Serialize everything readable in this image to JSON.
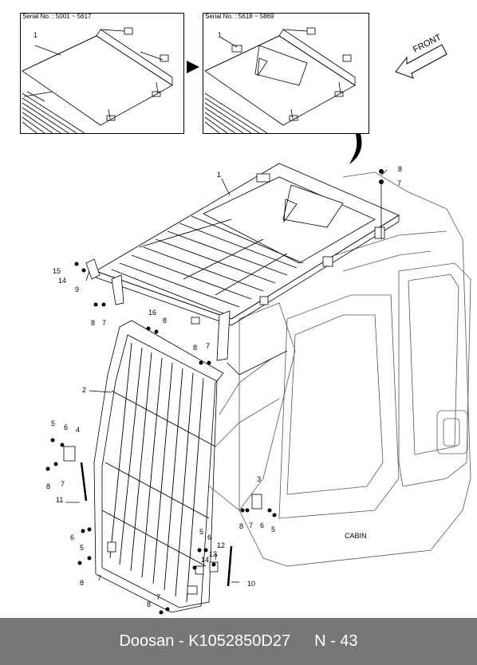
{
  "insets": [
    {
      "serial": "Serial No. : 5001 ~ 5617",
      "part": "1"
    },
    {
      "serial": "Serial No. : 5618 ~ 5869",
      "part": "1"
    }
  ],
  "front_label": "FRONT",
  "cabin_label": "CABIN",
  "callouts": {
    "main_1": "1",
    "c2": "2",
    "c3": "3",
    "c4": "4",
    "c5a": "5",
    "c5b": "5",
    "c5c": "5",
    "c5d": "5",
    "c6a": "6",
    "c6b": "6",
    "c6c": "6",
    "c6d": "6",
    "c7a": "7",
    "c7b": "7",
    "c7c": "7",
    "c7d": "7",
    "c7e": "7",
    "c7f": "7",
    "c7g": "7",
    "c7h": "7",
    "c8a": "8",
    "c8b": "8",
    "c8c": "8",
    "c8d": "8",
    "c8e": "8",
    "c8f": "8",
    "c8g": "8",
    "c8h": "8",
    "c9": "9",
    "c10": "10",
    "c11": "11",
    "c12": "12",
    "c13": "13",
    "c14a": "14",
    "c14b": "14",
    "c15": "15",
    "c16": "16"
  },
  "footer": {
    "brand": "Doosan",
    "separator": "-",
    "part_number": "K1052850D27",
    "page": "N - 43"
  }
}
